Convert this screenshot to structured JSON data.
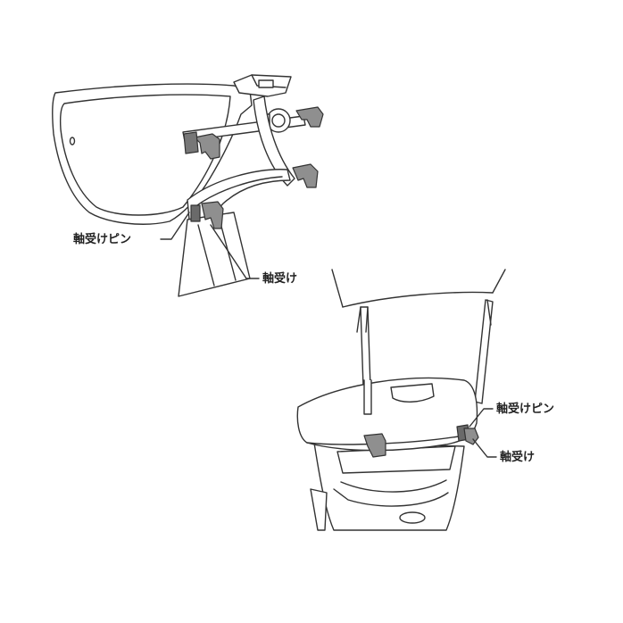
{
  "colors": {
    "line": "#333333",
    "part_fill": "#8f8f8f",
    "part_dark": "#6a6a6a",
    "body_fill": "#ffffff"
  },
  "labels": {
    "top_bearing_pin": "軸受けピン",
    "top_bearing": "軸受け",
    "bottom_bearing_pin": "軸受けピン",
    "bottom_bearing": "軸受け"
  }
}
